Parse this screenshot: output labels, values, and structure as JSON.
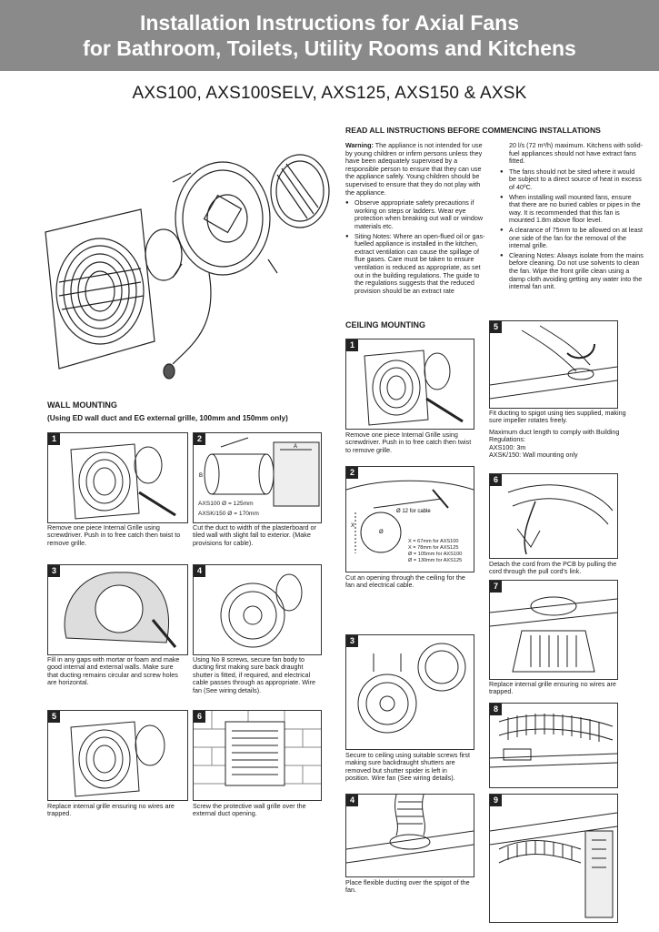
{
  "header": {
    "title_line1": "Installation Instructions for Axial Fans",
    "title_line2": "for Bathroom, Toilets, Utility Rooms and Kitchens",
    "models": "AXS100, AXS100SELV, AXS125, AXS150 & AXSK"
  },
  "intro": {
    "heading": "READ ALL INSTRUCTIONS BEFORE COMMENCING INSTALLATIONS",
    "warning_label": "Warning:",
    "warning_text": "The appliance is not intended for use by young children or infirm persons unless they have been adequately supervised by a responsible person to ensure that they can use the appliance safely. Young children should be supervised to ensure that they do not play with the appliance.",
    "bullets_left": [
      "Observe appropriate safety precautions if working on steps or ladders. Wear eye protection when breaking out wall or window materials etc.",
      "Siting Notes: Where an open-flued oil or gas- fuelled appliance is installed in the kitchen, extract ventilation can cause the spillage of flue gases. Care must be taken to ensure ventilation is reduced as appropriate, as set out in the building regulations. The guide to the regulations suggests that the reduced provision should be an extract rate"
    ],
    "continued_text": "20 l/s (72 m³/h) maximum. Kitchens with solid-fuel appliances should not have extract fans fitted.",
    "bullets_right": [
      "The fans should not be sited where it would be subject to a direct source of heat in excess of 40ºC.",
      "When installing wall mounted fans, ensure that there are no buried cables or pipes in the way. It is recommended that this fan is mounted 1.8m above floor level.",
      "A clearance of 75mm to be allowed on at least one side of the fan for the removal of the internal grille.",
      "Cleaning Notes: Always isolate from the mains before cleaning. Do not use solvents to clean the fan. Wipe the front grille clean using a damp cloth avoiding getting any water into the internal fan unit."
    ]
  },
  "wall": {
    "heading": "WALL MOUNTING",
    "subheading": "(Using ED wall duct and EG external grille, 100mm and 150mm only)",
    "steps": [
      {
        "n": "1",
        "caption": "Remove one piece Internal Grille using screwdriver. Push in to free catch then twist to remove grille."
      },
      {
        "n": "2",
        "caption": "Cut the duct to width of the plasterboard or tiled wall with slight fall to exterior. (Make provisions for cable).",
        "label1": "AXS100 Ø = 125mm",
        "label2": "AXSK/150 Ø = 170mm",
        "dim_a": "A",
        "dim_b": "B"
      },
      {
        "n": "3",
        "caption": "Fill in any gaps with mortar or foam and make good internal and external walls. Make sure that ducting remains circular and screw holes are horizontal."
      },
      {
        "n": "4",
        "caption": "Using No 8 screws, secure fan body to ducting first making sure back draught shutter is fitted, if required, and electrical cable passes through as appropriate. Wire fan (See wiring details)."
      },
      {
        "n": "5",
        "caption": "Replace internal grille ensuring no wires are trapped."
      },
      {
        "n": "6",
        "caption": "Screw the protective wall grille over the external duct opening."
      }
    ]
  },
  "ceiling": {
    "heading": "CEILING MOUNTING",
    "steps": [
      {
        "n": "1",
        "caption": "Remove one piece Internal Grille using screwdriver. Push in to free catch then twist to remove grille."
      },
      {
        "n": "2",
        "caption": "Cut an opening through the ceiling for the fan and electrical cable.",
        "cable_label": "Ø 12 for cable",
        "x_label": "X",
        "dia_label": "Ø",
        "specs": [
          "X = 67mm for AXS100",
          "X = 78mm for AXS125",
          "Ø = 105mm for AXS100",
          "Ø = 130mm for AXS125"
        ]
      },
      {
        "n": "3",
        "caption": "Secure to ceiling using suitable screws first making sure backdraught shutters are removed but shutter spider is left in position. Wire fan (See wiring details)."
      },
      {
        "n": "4",
        "caption": "Place flexible ducting over the spigot of the fan."
      },
      {
        "n": "5",
        "caption": "Fit ducting to spigot using ties supplied, making sure impeller rotates freely.",
        "extra": "Maximum duct length to comply with Building Regulations:",
        "extra2": "AXS100:    3m",
        "extra3": "AXSK/150: Wall mounting only"
      },
      {
        "n": "6",
        "caption": "Detach the cord from the PCB by pulling the cord through the pull cord's link."
      },
      {
        "n": "7",
        "caption": "Replace internal grille ensuring no wires are trapped."
      },
      {
        "n": "8",
        "caption": ""
      },
      {
        "n": "9",
        "caption": ""
      }
    ]
  }
}
